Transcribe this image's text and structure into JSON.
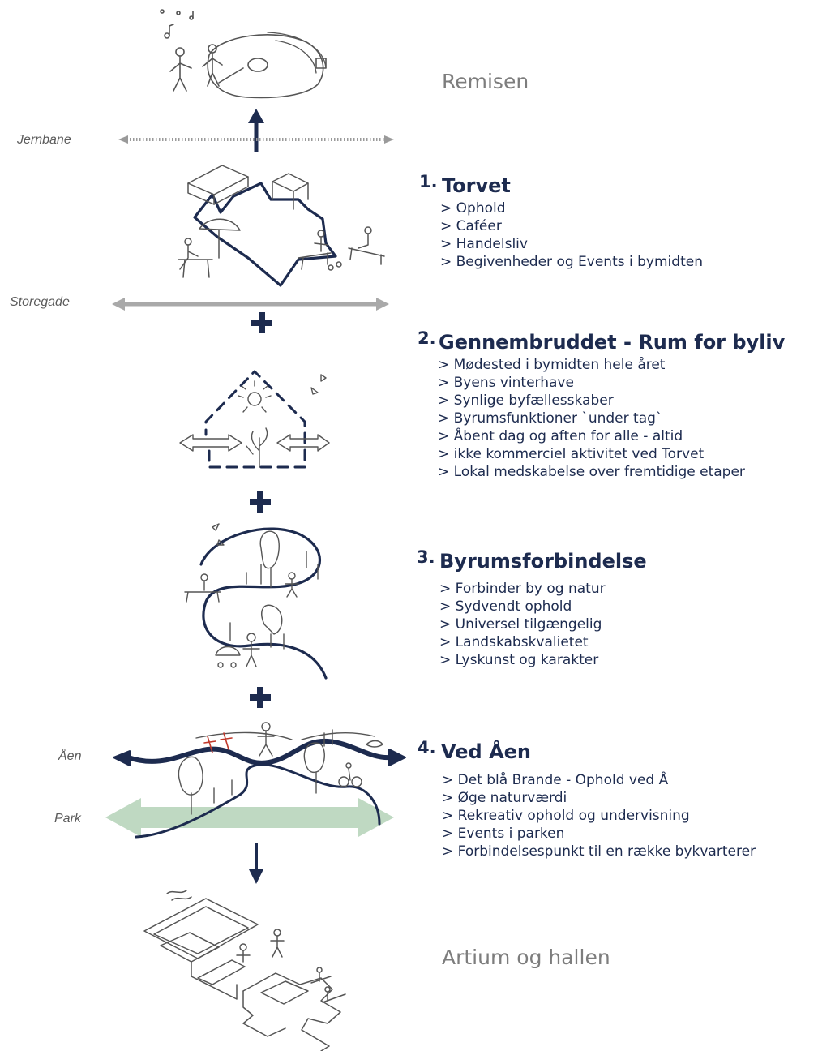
{
  "end_labels": {
    "top": "Remisen",
    "bottom": "Artium og hallen"
  },
  "axis_labels": {
    "jernbane": "Jernbane",
    "storegade": "Storegade",
    "aaen": "Åen",
    "park": "Park"
  },
  "sections": [
    {
      "number": "1.",
      "title": "Torvet",
      "items": [
        "> Ophold",
        "> Caféer",
        "> Handelsliv",
        "> Begivenheder og Events i bymidten"
      ]
    },
    {
      "number": "2.",
      "title": "Gennembruddet - Rum for byliv",
      "items": [
        "> Mødested i bymidten hele året",
        "> Byens vinterhave",
        "> Synlige byfællesskaber",
        "> Byrumsfunktioner `under tag`",
        "> Åbent dag og aften for alle - altid",
        "> ikke kommerciel aktivitet ved Torvet",
        "> Lokal medskabelse over fremtidige etaper"
      ]
    },
    {
      "number": "3.",
      "title": "Byrumsforbindelse",
      "items": [
        "> Forbinder by og natur",
        "> Sydvendt ophold",
        "> Universel tilgængelig",
        "> Landskabskvalietet",
        "> Lyskunst og karakter"
      ]
    },
    {
      "number": "4.",
      "title": "Ved Åen",
      "items": [
        "> Det blå Brande - Ophold ved Å",
        "> Øge naturværdi",
        "> Rekreativ ophold og undervisning",
        "> Events i parken",
        "> Forbindelsespunkt til en række bykvarterer"
      ]
    }
  ],
  "colors": {
    "navy": "#1d2b4f",
    "grey_arrow": "#a9a9a9",
    "park_green": "#bfd9c2",
    "sketch": "#555555",
    "accent_red": "#c0392b"
  }
}
